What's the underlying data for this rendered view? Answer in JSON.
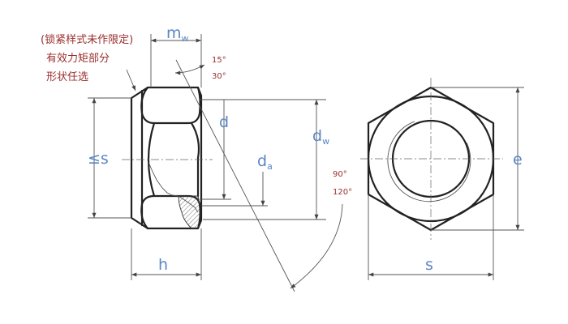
{
  "colors": {
    "outline": "#222222",
    "dimension_line": "#555555",
    "blue_label": "#5b86c4",
    "red_label": "#9a2d2d",
    "black_label": "#222222"
  },
  "annotation": {
    "line1": "(锁紧样式未作限定)",
    "line2": "有效力矩部分",
    "line3": "形状任选"
  },
  "labels": {
    "m": "m",
    "m_sub": "w",
    "d": "d",
    "d_a": "d",
    "d_a_sub": "a",
    "d_w": "d",
    "d_w_sub": "w",
    "s_max": "≤s",
    "h": "h",
    "s": "s",
    "e": "e"
  },
  "angles": {
    "a15": "15°",
    "a30": "30°",
    "a90": "90°",
    "a120": "120°"
  }
}
